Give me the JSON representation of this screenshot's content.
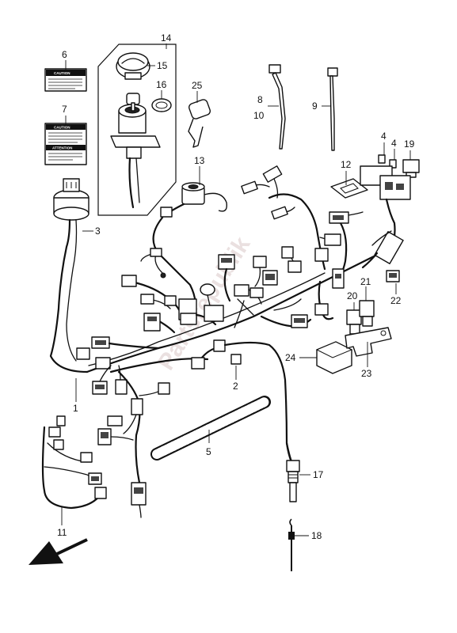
{
  "watermark": "Partsrepublik",
  "labels": {
    "caution_single": "CAUTION",
    "caution_top": "CAUTION",
    "attention": "ATTENTION"
  },
  "callouts": {
    "p1": "1",
    "p2": "2",
    "p3": "3",
    "p4a": "4",
    "p4b": "4",
    "p5": "5",
    "p6": "6",
    "p7": "7",
    "p8": "8",
    "p9": "9",
    "p10": "10",
    "p11": "11",
    "p12": "12",
    "p13": "13",
    "p14": "14",
    "p15": "15",
    "p16": "16",
    "p17": "17",
    "p18": "18",
    "p19": "19",
    "p20": "20",
    "p21": "21",
    "p22": "22",
    "p23": "23",
    "p24": "24",
    "p25": "25"
  },
  "icons": {
    "direction": "front-direction-arrow-icon"
  }
}
